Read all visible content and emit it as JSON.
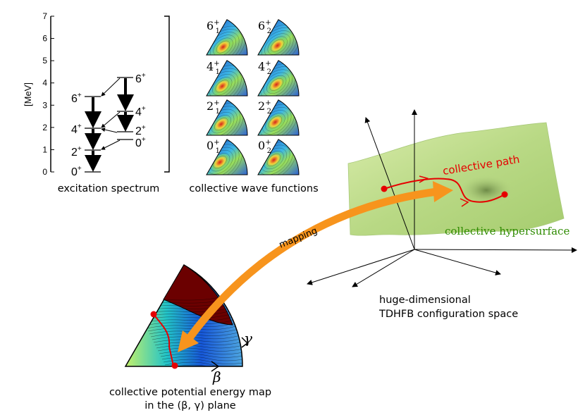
{
  "energy_axis": {
    "label": "[MeV]",
    "ticks": [
      "0",
      "1",
      "2",
      "3",
      "4",
      "5",
      "6",
      "7"
    ]
  },
  "spectrum": {
    "caption": "excitation spectrum",
    "band1": [
      {
        "label": "0",
        "sup": "+"
      },
      {
        "label": "2",
        "sup": "+"
      },
      {
        "label": "4",
        "sup": "+"
      },
      {
        "label": "6",
        "sup": "+"
      }
    ],
    "band2": [
      {
        "label": "0",
        "sup": "+"
      },
      {
        "label": "2",
        "sup": "+"
      },
      {
        "label": "4",
        "sup": "+"
      },
      {
        "label": "6",
        "sup": "+"
      }
    ]
  },
  "wave_functions": {
    "caption": "collective wave functions",
    "labels": [
      {
        "main": "6",
        "sup": "+",
        "sub": "1"
      },
      {
        "main": "6",
        "sup": "+",
        "sub": "2"
      },
      {
        "main": "4",
        "sup": "+",
        "sub": "1"
      },
      {
        "main": "4",
        "sup": "+",
        "sub": "2"
      },
      {
        "main": "2",
        "sup": "+",
        "sub": "1"
      },
      {
        "main": "2",
        "sup": "+",
        "sub": "2"
      },
      {
        "main": "0",
        "sup": "+",
        "sub": "1"
      },
      {
        "main": "0",
        "sup": "+",
        "sub": "2"
      }
    ]
  },
  "hypersurface": {
    "path_label": "collective path",
    "surface_label": "collective hypersurface",
    "space_label_line1": "huge-dimensional",
    "space_label_line2": "TDHFB configuration space"
  },
  "mapping_label": "mapping",
  "pes": {
    "gamma_label": "γ",
    "beta_label": "β",
    "caption_line1": "collective potential energy map",
    "caption_line2": "in the (β, γ) plane"
  },
  "colors": {
    "path_red": "#e60000",
    "surface_green": "#c4e08c",
    "surface_label_green": "#2e8b00",
    "mapping_orange": "#f7941d",
    "pes_dark_red": "#6b0000",
    "wf_blue": "#3a5fd8"
  }
}
